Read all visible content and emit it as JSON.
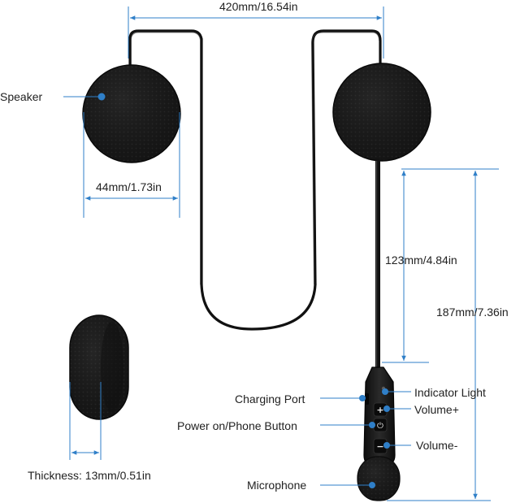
{
  "dimensions": {
    "cable_width": "420mm/16.54in",
    "speaker_diameter": "44mm/1.73in",
    "gooseneck_length": "123mm/4.84in",
    "total_mic_length": "187mm/7.36in",
    "thickness": "Thickness: 13mm/0.51in"
  },
  "parts": {
    "speaker": "Speaker",
    "charging_port": "Charging Port",
    "power_button": "Power on/Phone Button",
    "indicator_light": "Indicator Light",
    "volume_up": "Volume+",
    "volume_down": "Volume-",
    "microphone": "Microphone"
  },
  "button_glyphs": {
    "plus": "+",
    "minus": "−",
    "power": "⏻"
  },
  "colors": {
    "dimension_line": "#2f7fc8",
    "marker_dot": "#2f7fc8",
    "product": "#151515"
  }
}
